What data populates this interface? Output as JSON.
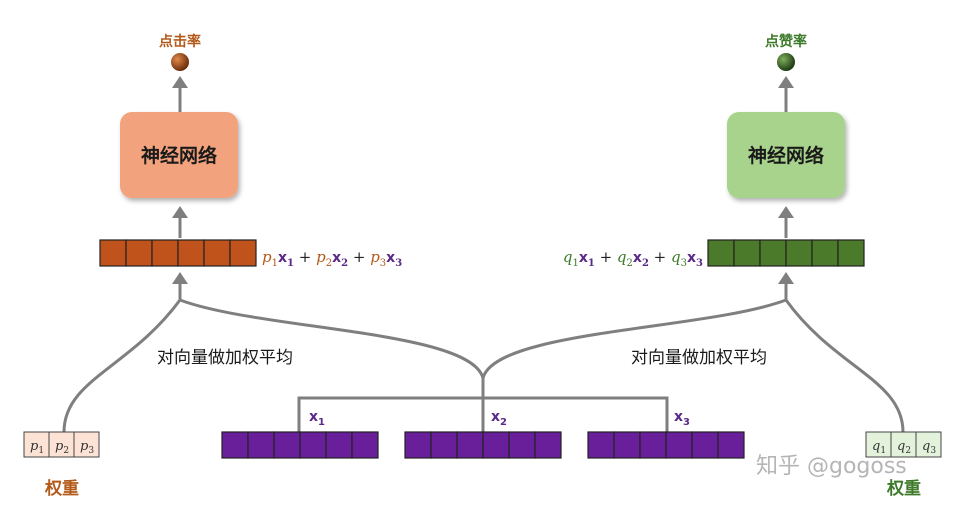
{
  "left": {
    "output_label": "点击率",
    "network_label": "神经网络",
    "formula": {
      "terms": [
        {
          "w": "p",
          "i": "1",
          "x": "1"
        },
        {
          "w": "p",
          "i": "2",
          "x": "2"
        },
        {
          "w": "p",
          "i": "3",
          "x": "3"
        }
      ]
    },
    "avg_label": "对向量做加权平均",
    "weights_label": "权重",
    "weight_cells": [
      {
        "w": "p",
        "i": "1"
      },
      {
        "w": "p",
        "i": "2"
      },
      {
        "w": "p",
        "i": "3"
      }
    ]
  },
  "right": {
    "output_label": "点赞率",
    "network_label": "神经网络",
    "formula": {
      "terms": [
        {
          "w": "q",
          "i": "1",
          "x": "1"
        },
        {
          "w": "q",
          "i": "2",
          "x": "2"
        },
        {
          "w": "q",
          "i": "3",
          "x": "3"
        }
      ]
    },
    "avg_label": "对向量做加权平均",
    "weights_label": "权重",
    "weight_cells": [
      {
        "w": "q",
        "i": "1"
      },
      {
        "w": "q",
        "i": "2"
      },
      {
        "w": "q",
        "i": "3"
      }
    ]
  },
  "inputs": [
    {
      "name": "x",
      "sub": "1"
    },
    {
      "name": "x",
      "sub": "2"
    },
    {
      "name": "x",
      "sub": "3"
    }
  ],
  "watermark": "知乎 @gogoss",
  "colors": {
    "left_vector": "#c0521b",
    "right_vector": "#4a7a2a",
    "input_vector": "#6a1f9a",
    "left_nn": "#f2a27c",
    "right_nn": "#a8d38c",
    "left_weights": "#fde3d6",
    "right_weights": "#e3f2db",
    "left_text": "#b35a1a",
    "right_text": "#3d7a2a",
    "connector": "#7f7f7f"
  }
}
